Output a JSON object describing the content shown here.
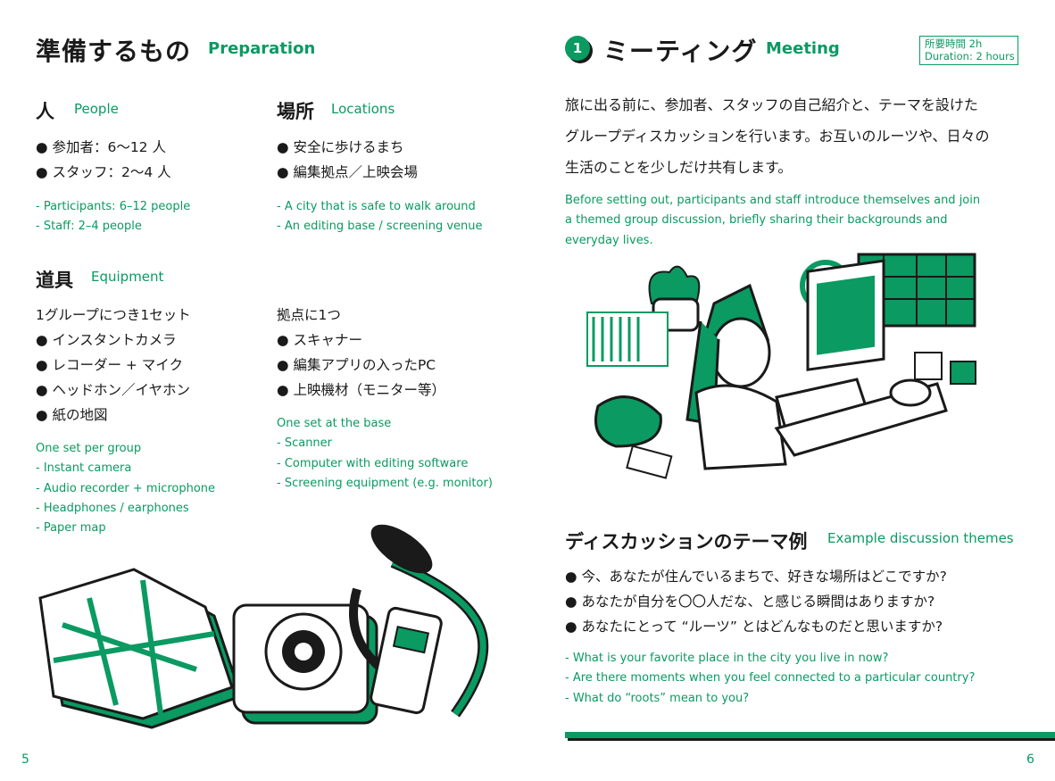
{
  "left_page": {
    "title": "準備するもの",
    "title_en": "Preparation",
    "people": {
      "heading": "人",
      "heading_en": "People",
      "items": [
        "● 参加者：6〜12 人",
        "● スタッフ：2〜4 人"
      ],
      "items_en": [
        "- Participants: 6–12 people",
        "- Staff: 2–4 people"
      ]
    },
    "locations": {
      "heading": "場所",
      "heading_en": "Locations",
      "items": [
        "● 安全に歩けるまち",
        "● 編集拠点／上映会場"
      ],
      "items_en": [
        "- A city that is safe to walk around",
        "- An editing base / screening venue"
      ]
    },
    "equipment": {
      "heading": "道具",
      "heading_en": "Equipment",
      "group": {
        "intro": "1グループにつき1セット",
        "items": [
          "● インスタントカメラ",
          "● レコーダー + マイク",
          "● ヘッドホン／イヤホン",
          "● 紙の地図"
        ],
        "intro_en": "One set per group",
        "items_en": [
          "- Instant camera",
          "- Audio recorder + microphone",
          "- Headphones / earphones",
          "- Paper map"
        ]
      },
      "base": {
        "intro": "拠点に1つ",
        "items": [
          "● スキャナー",
          "● 編集アプリの入ったPC",
          "● 上映機材（モニター等）"
        ],
        "intro_en": "One set at the base",
        "items_en": [
          "- Scanner",
          "- Computer with editing software",
          "- Screening equipment (e.g. monitor)"
        ]
      }
    },
    "page_number": "5"
  },
  "right_page": {
    "step_number": "1",
    "title": "ミーティング",
    "title_en": "Meeting",
    "duration": "所要時間 2h",
    "duration_en": "Duration: 2 hours",
    "paragraph_lines": [
      "旅に出る前に、参加者、スタッフの自己紹介と、テーマを設けた",
      "グループディスカッションを行います。お互いのルーツや、日々の",
      "生活のことを少しだけ共有します。"
    ],
    "paragraph_en_lines": [
      "Before setting out, participants and staff introduce themselves and join",
      "a themed group discussion, briefly sharing their backgrounds and",
      "everyday lives."
    ],
    "themes": {
      "heading": "ディスカッションのテーマ例",
      "heading_en": "Example discussion themes",
      "items": [
        "● 今、あなたが住んでいるまちで、好きな場所はどこですか?",
        "● あなたが自分を〇〇人だな、と感じる瞬間はありますか?",
        "● あなたにとって “ルーツ” とはどんなものだと思いますか?"
      ],
      "items_en": [
        "- What is your favorite place in the city you live in now?",
        "- Are there moments when you feel connected to a particular country?",
        "- What do “roots” mean to you?"
      ]
    },
    "page_number": "6"
  },
  "colors": {
    "accent": "#0a9a62",
    "ink": "#1a1a1a"
  }
}
